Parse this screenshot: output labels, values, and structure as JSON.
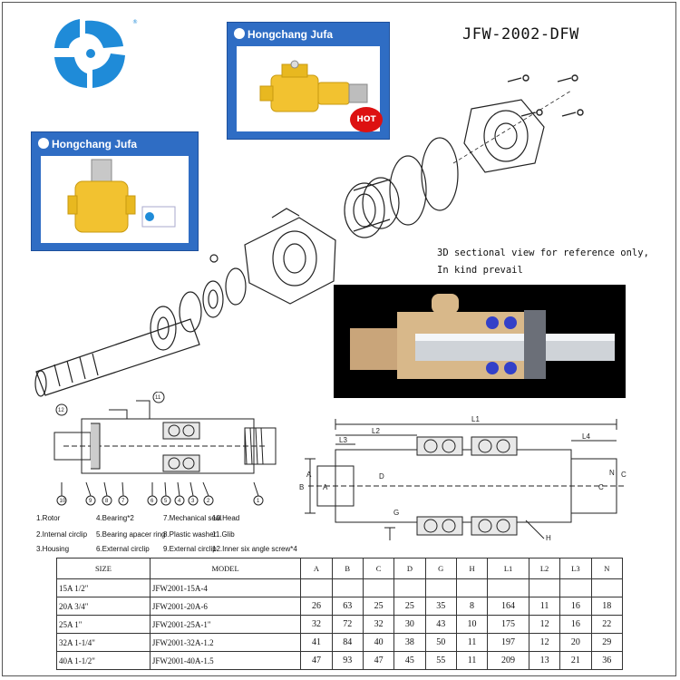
{
  "header": {
    "model_code": "JFW-2002-DFW"
  },
  "brand": {
    "name": "Hongchang Jufa",
    "hot_badge": "HOT",
    "colors": {
      "accent": "#2f6dc4",
      "product": "#f2c230",
      "logo": "#1f8bd8"
    }
  },
  "images": {
    "logo": "swirl-logo",
    "product_1": "yellow-rotary-joint-horizontal",
    "product_2": "yellow-rotary-joint-vertical",
    "exploded_view": "exploded-assembly-drawing",
    "sectional_render": "3d-sectional-render"
  },
  "note": {
    "line1": "3D sectional view for reference only,",
    "line2": "In kind prevail"
  },
  "callouts_left": [
    "12",
    "11",
    "10",
    "9",
    "8",
    "7",
    "6",
    "5",
    "4",
    "3",
    "2",
    "1"
  ],
  "dimension_labels": [
    "L1",
    "L2",
    "L3",
    "L4",
    "A",
    "B",
    "C",
    "D",
    "G",
    "H",
    "N",
    "A",
    "C"
  ],
  "legend": [
    "1.Rotor",
    "4.Bearing*2",
    "7.Mechanical seal",
    "10.Head",
    "2.Internal circlip",
    "5.Bearing apacer ring",
    "8.Plastic washer",
    "11.Glib",
    "3.Housing",
    "6.External circlip",
    "9.External circlip",
    "12.Inner six angle screw*4"
  ],
  "table": {
    "headers": [
      "SIZE",
      "MODEL",
      "A",
      "B",
      "C",
      "D",
      "G",
      "H",
      "L1",
      "L2",
      "L3",
      "N"
    ],
    "rows": [
      [
        "15A 1/2\"",
        "JFW2001-15A-4",
        "",
        "",
        "",
        "",
        "",
        "",
        "",
        "",
        "",
        ""
      ],
      [
        "20A 3/4\"",
        "JFW2001-20A-6",
        "26",
        "63",
        "25",
        "25",
        "35",
        "8",
        "164",
        "11",
        "16",
        "18"
      ],
      [
        "25A 1\"",
        "JFW2001-25A-1\"",
        "32",
        "72",
        "32",
        "30",
        "43",
        "10",
        "175",
        "12",
        "16",
        "22"
      ],
      [
        "32A 1-1/4\"",
        "JFW2001-32A-1.2",
        "41",
        "84",
        "40",
        "38",
        "50",
        "11",
        "197",
        "12",
        "20",
        "29"
      ],
      [
        "40A 1-1/2\"",
        "JFW2001-40A-1.5",
        "47",
        "93",
        "47",
        "45",
        "55",
        "11",
        "209",
        "13",
        "21",
        "36"
      ]
    ]
  }
}
